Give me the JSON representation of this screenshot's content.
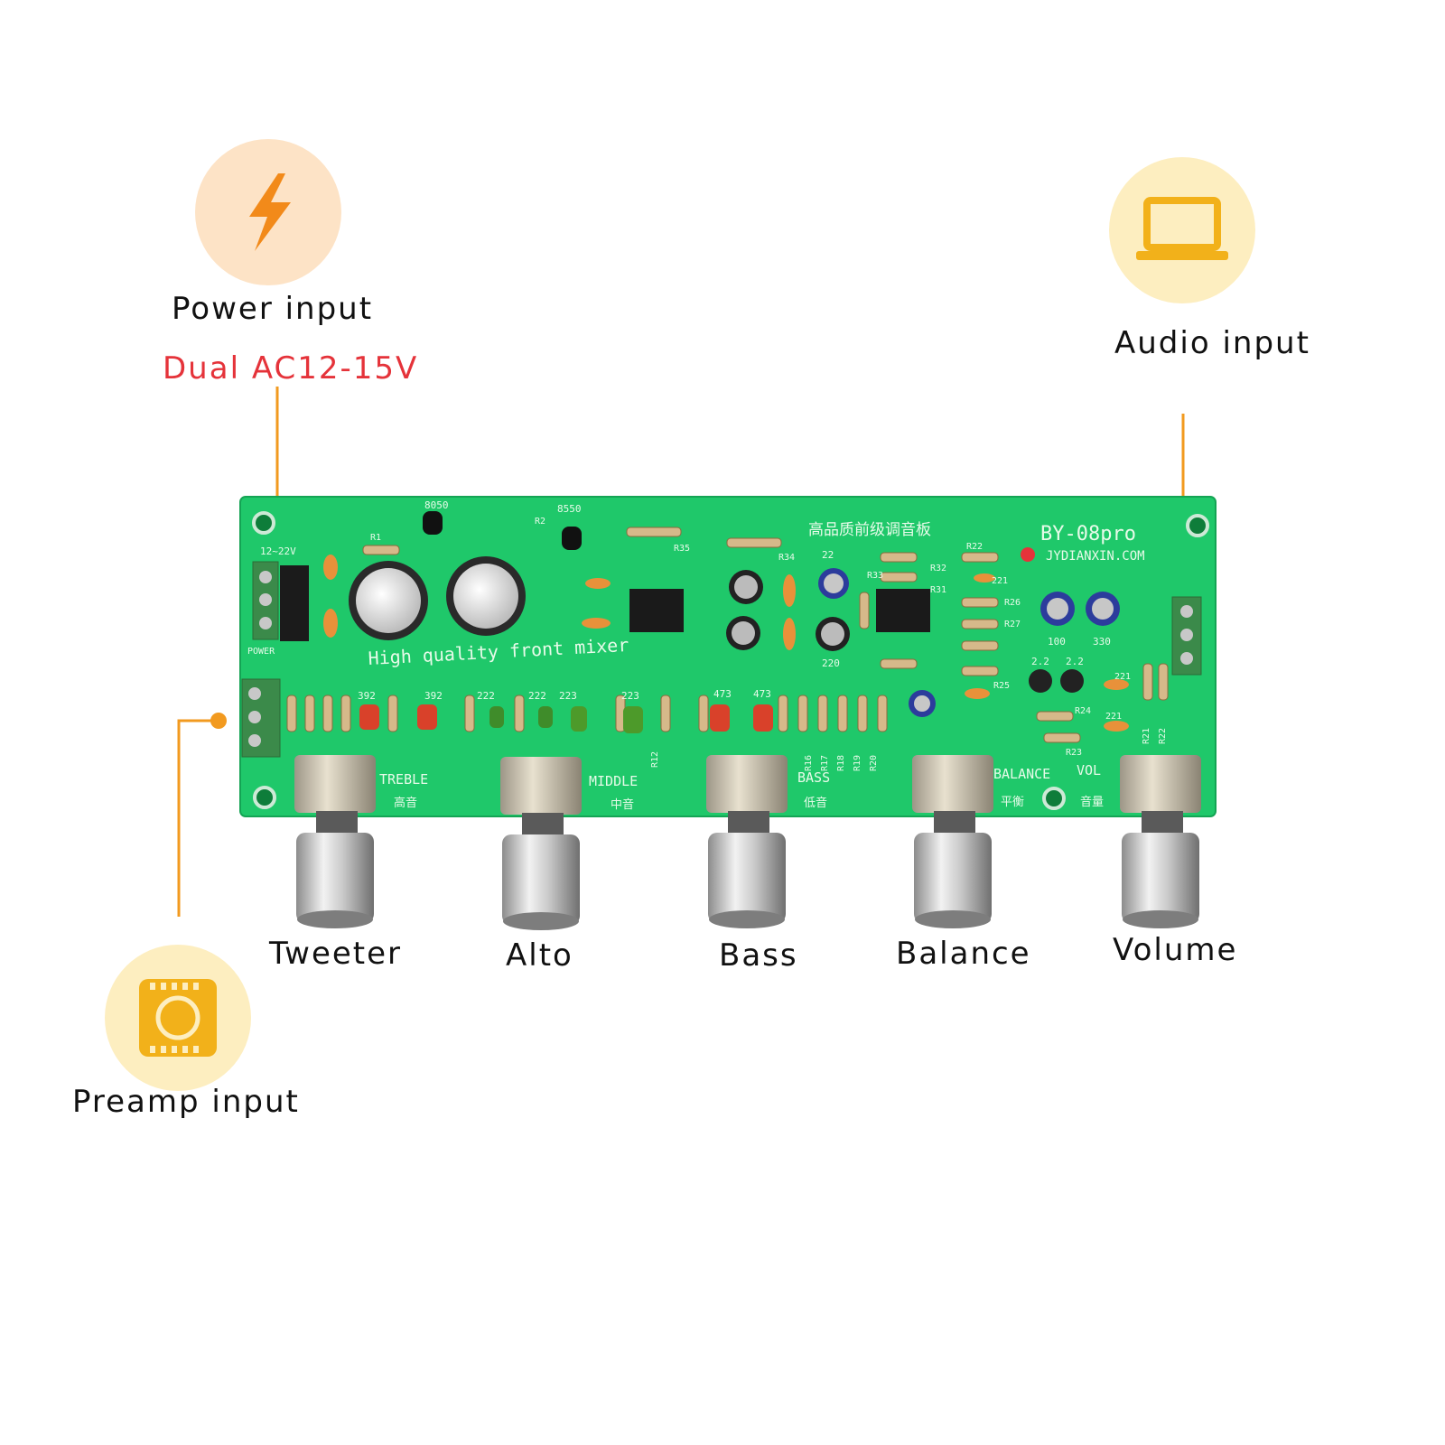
{
  "callouts": {
    "power": {
      "title": "Power input",
      "subtitle": "Dual AC12-15V",
      "icon": "lightning-bolt-icon"
    },
    "audio": {
      "title": "Audio input",
      "icon": "laptop-icon"
    },
    "preamp": {
      "title": "Preamp input",
      "icon": "chip-icon"
    }
  },
  "knobs": [
    {
      "label": "Tweeter"
    },
    {
      "label": "Alto"
    },
    {
      "label": "Bass"
    },
    {
      "label": "Balance"
    },
    {
      "label": "Volume"
    }
  ],
  "board": {
    "model": "BY-08pro",
    "brand_url": "JYDIANXIN.COM",
    "chinese_title": "高品质前级调音板",
    "silkscreen_motto": "High quality front mixer",
    "section_labels": {
      "treble": "TREBLE",
      "treble_cn": "高音",
      "middle": "MIDDLE",
      "middle_cn": "中音",
      "bass": "BASS",
      "bass_cn": "低音",
      "balance": "BALANCE",
      "balance_cn": "平衡",
      "vol": "VOL",
      "vol_cn": "音量"
    },
    "component_labels": {
      "transistor1": "8050",
      "transistor2": "8550",
      "r1": "R1",
      "r2": "R2",
      "r35": "R35",
      "r34": "R34",
      "r33": "R33",
      "r32": "R32",
      "r31": "R31",
      "r22": "R22",
      "r26": "R26",
      "r27": "R27",
      "r25": "R25",
      "r24": "R24",
      "r23": "R23",
      "cap22": "22",
      "cap100": "100",
      "cap330": "330",
      "cap220": "220",
      "cap_22_2": "2.2",
      "cap_22_3": "2.2",
      "c221": "221",
      "c223": "223",
      "c222": "222",
      "c392a": "392",
      "c392b": "392",
      "c473a": "473",
      "c473b": "473",
      "c221b": "221",
      "c221c": "221",
      "power_label": "POWER",
      "power_spec": "12~22V",
      "r20": "R20",
      "r21": "R21",
      "r22b": "R22",
      "r12": "R12",
      "r16": "R16",
      "r17": "R17",
      "r18": "R18",
      "r19": "R19"
    }
  },
  "colors": {
    "accent_orange": "#f29a1f",
    "highlight_red": "#e5333a",
    "pcb_green": "#1fc86a",
    "icon_bg_orange": "#fde3c6",
    "icon_bg_yellow": "#fdeec0"
  }
}
